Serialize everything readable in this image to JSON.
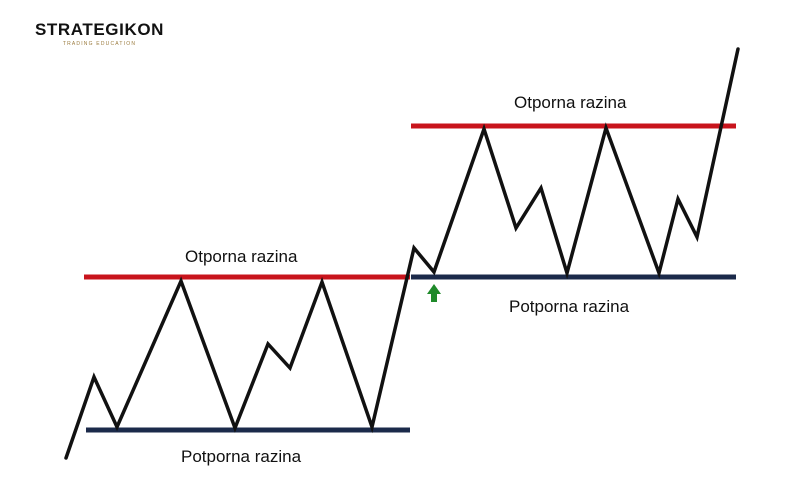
{
  "logo": {
    "name": "STRATEGIKON",
    "tagline": "TRADING EDUCATION"
  },
  "left_zone": {
    "resistance_label": "Otporna razina",
    "support_label": "Potporna razina"
  },
  "right_zone": {
    "resistance_label": "Otporna razina",
    "support_label": "Potporna razina"
  },
  "colors": {
    "resistance": "#c8141c",
    "support": "#1b2a4a",
    "price_line": "#111111",
    "breakout_arrow": "#1f8a2a"
  },
  "icons": {
    "breakout_marker": "arrow-up-icon"
  }
}
